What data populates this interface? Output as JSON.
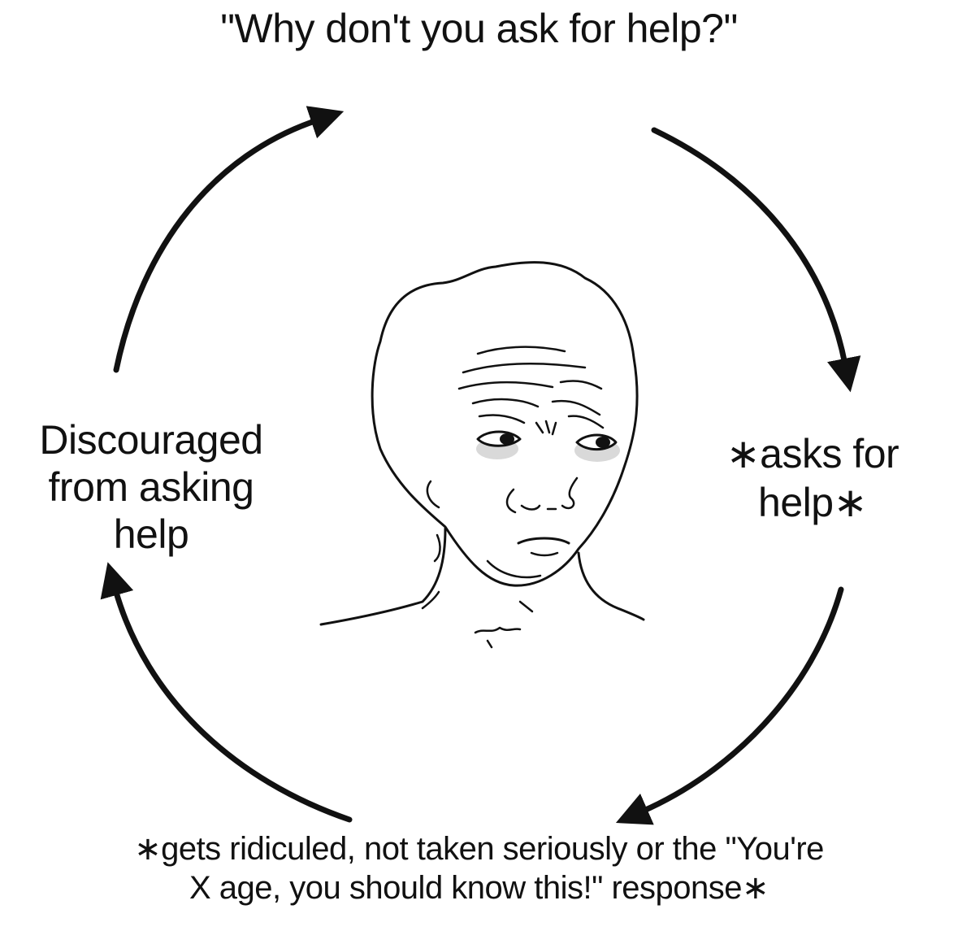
{
  "diagram": {
    "top_label": "\"Why don't you ask for help?\"",
    "right_label_line1": "∗asks for",
    "right_label_line2": "help∗",
    "bottom_label_line1": "∗gets ridiculed, not taken seriously or the \"You're",
    "bottom_label_line2": "X age, you should know this!\" response∗",
    "left_label_line1": "Discouraged",
    "left_label_line2": "from asking",
    "left_label_line3": "help",
    "center_image": "sad-wojak-face-icon",
    "arrow_color": "#111111",
    "background_color": "#ffffff"
  }
}
